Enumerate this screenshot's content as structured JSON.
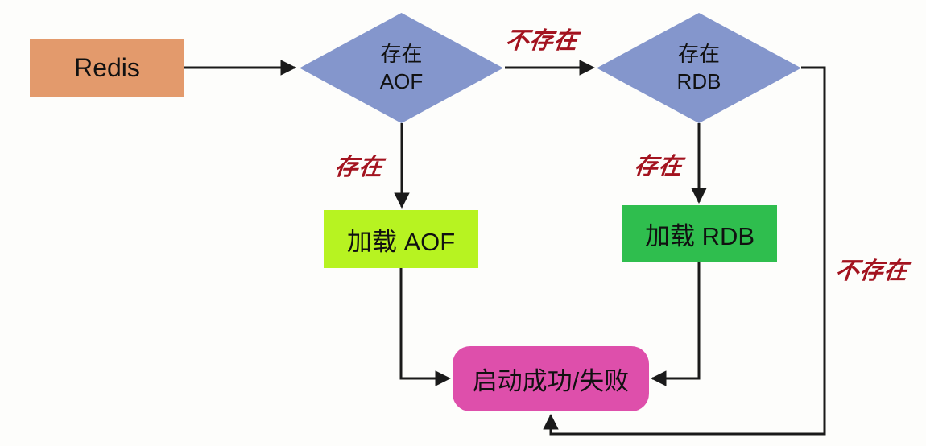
{
  "background": "#fdfdfb",
  "colors": {
    "arrow": "#1a1a1a",
    "node_text": "#111111",
    "edge_label_text": "#a3131f"
  },
  "nodes": {
    "redis": {
      "label": "Redis",
      "bg": "#e39a6c",
      "shape": "rect"
    },
    "check_aof": {
      "label": "存在\nAOF",
      "bg": "#8496cc",
      "shape": "diamond"
    },
    "check_rdb": {
      "label": "存在\nRDB",
      "bg": "#8496cc",
      "shape": "diamond"
    },
    "load_aof": {
      "label": "加载 AOF",
      "bg": "#b7f321",
      "shape": "rect"
    },
    "load_rdb": {
      "label": "加载 RDB",
      "bg": "#2fbe4e",
      "shape": "rect"
    },
    "result": {
      "label": "启动成功/失败",
      "bg": "#de4fab",
      "shape": "rounded-rect"
    }
  },
  "edge_labels": {
    "aof_not_exist": "不存在",
    "aof_exist": "存在",
    "rdb_exist": "存在",
    "rdb_not_exist": "不存在"
  }
}
